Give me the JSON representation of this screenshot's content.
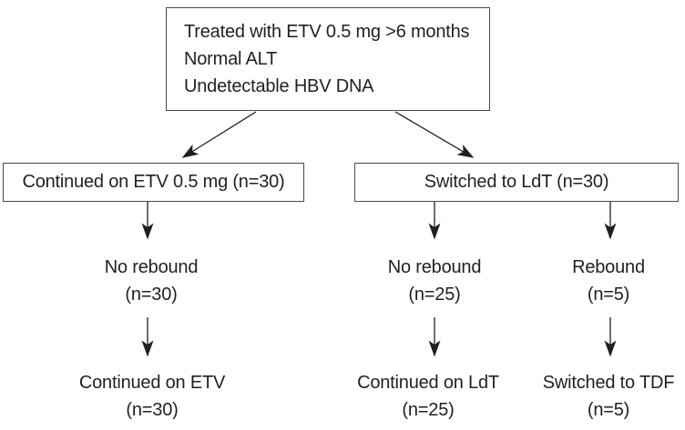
{
  "flowchart": {
    "root": {
      "lines": [
        "Treated with ETV 0.5 mg >6 months",
        "Normal ALT",
        "Undetectable HBV DNA"
      ]
    },
    "branches": {
      "etv": {
        "label": "Continued on ETV 0.5 mg (n=30)"
      },
      "ldt": {
        "label": "Switched to LdT (n=30)"
      }
    },
    "outcomes": {
      "etv_no_rebound": {
        "label": "No rebound",
        "count": "(n=30)"
      },
      "ldt_no_rebound": {
        "label": "No rebound",
        "count": "(n=25)"
      },
      "ldt_rebound": {
        "label": "Rebound",
        "count": "(n=5)"
      }
    },
    "finals": {
      "continued_etv": {
        "label": "Continued on ETV",
        "count": "(n=30)"
      },
      "continued_ldt": {
        "label": "Continued on LdT",
        "count": "(n=25)"
      },
      "switched_tdf": {
        "label": "Switched to TDF",
        "count": "(n=5)"
      }
    },
    "colors": {
      "line": "#231f20",
      "border": "#4a4a4a",
      "text": "#231f20",
      "background": "#ffffff"
    }
  }
}
